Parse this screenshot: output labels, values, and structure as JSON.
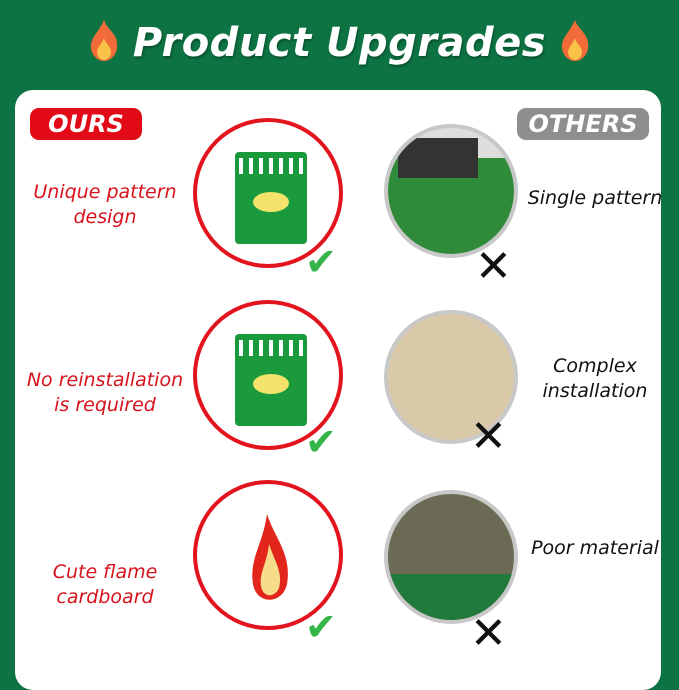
{
  "header": {
    "title": "Product Upgrades",
    "icon": "fire-icon"
  },
  "labels": {
    "ours": "OURS",
    "others": "OTHERS"
  },
  "rows": [
    {
      "ours": "Unique pattern design",
      "others": "Single pattern"
    },
    {
      "ours": "No reinstallation is required",
      "others": "Complex installation"
    },
    {
      "ours": "Cute flame cardboard",
      "others": "Poor material"
    }
  ],
  "colors": {
    "background": "#0d7343",
    "ours": "#e20a17",
    "others": "#8e8e8e"
  }
}
